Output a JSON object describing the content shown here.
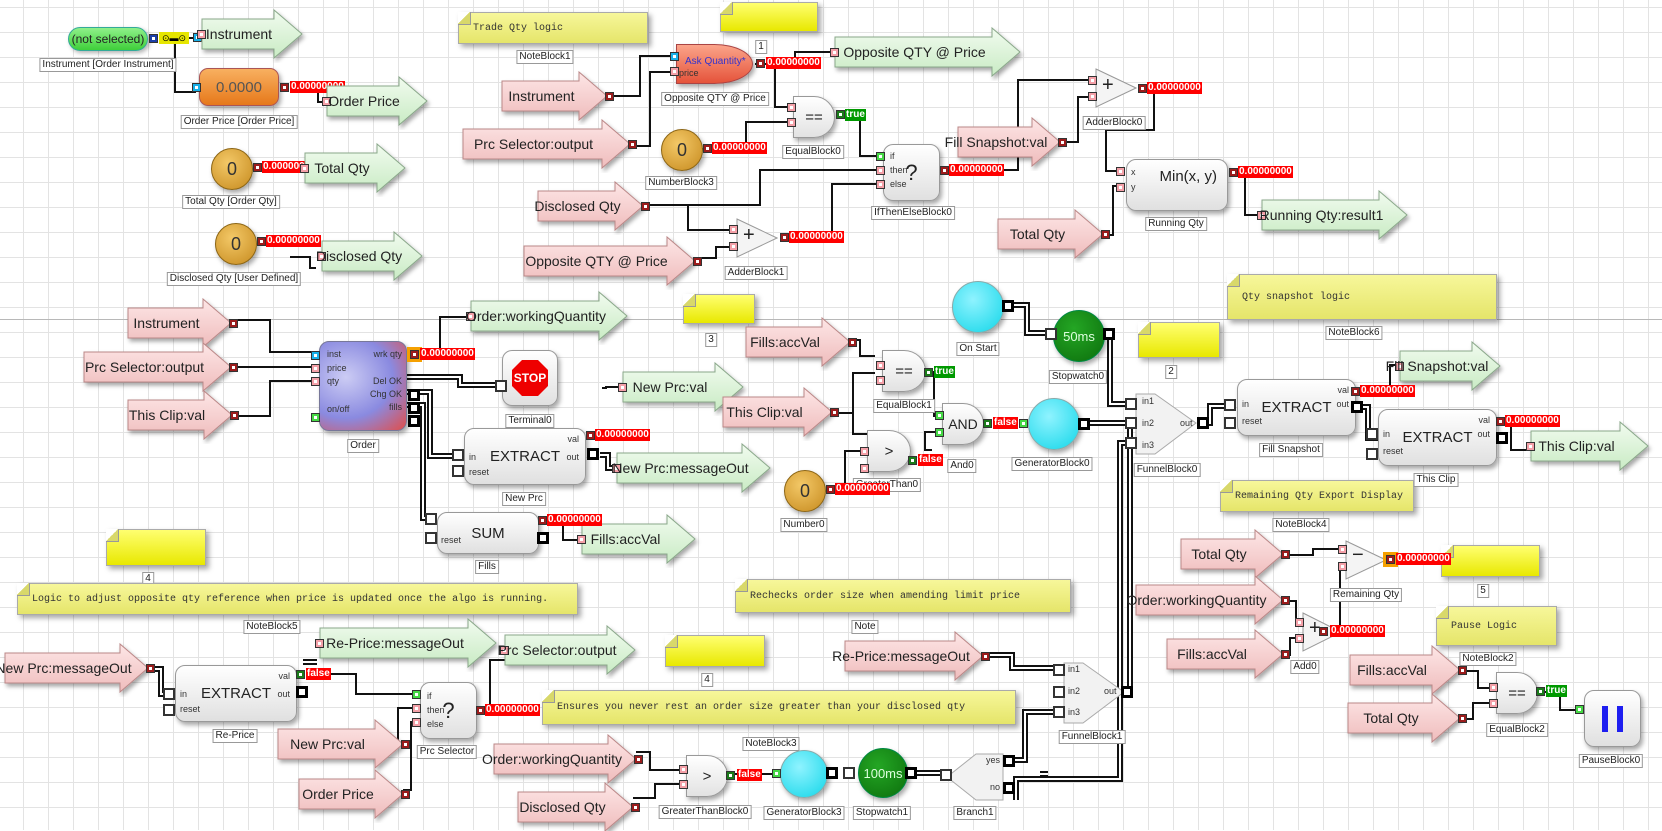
{
  "colors": {
    "output_arrow": "#d9f3d6",
    "input_arrow": "#f6cfcf",
    "value_badge": "#ff0000",
    "true_badge": "#009900",
    "note": "#eeee88"
  },
  "notes": {
    "trade_qty": "Trade Qty logic",
    "trade_qty_name": "NoteBlock1",
    "n1_name": "1",
    "n3_name": "3",
    "n2_name": "2",
    "qty_snapshot": "Qty snapshot logic",
    "qty_snapshot_name": "NoteBlock6",
    "remaining": "Remaining Qty Export Display",
    "remaining_name": "NoteBlock4",
    "n5_name": "5",
    "pause": "Pause Logic",
    "pause_name": "NoteBlock2",
    "n4a_name": "4",
    "adjust": "Logic to adjust opposite qty reference when price is updated once the algo is running.",
    "adjust_name": "NoteBlock5",
    "rechecks": "Rechecks order size when amending limit price",
    "rechecks_name": "Note",
    "n4b_name": "4",
    "ensures": "Ensures you never rest an order size greater than your disclosed qty",
    "ensures_name": "NoteBlock3"
  },
  "vars": {
    "instrument": {
      "value": "(not selected)",
      "name": "Instrument [Order Instrument]"
    },
    "order_price": {
      "value": "0.0000",
      "name": "Order Price [Order Price]",
      "out": "0.00000000"
    },
    "total_qty": {
      "value": "0",
      "name": "Total Qty [Order Qty]",
      "out": "0.00000000"
    },
    "disclosed_qty": {
      "value": "0",
      "name": "Disclosed Qty [User Defined]",
      "out": "0.00000000"
    }
  },
  "exports": {
    "instrument": "Instrument",
    "order_price": "Order Price",
    "total_qty": "Total Qty",
    "disclosed_qty": "Disclosed Qty",
    "opposite_qty": "Opposite QTY @ Price",
    "running_qty": "Running Qty:result1",
    "working_qty": "Order:workingQuantity",
    "new_prc_val": "New Prc:val",
    "new_prc_msg": "New Prc:messageOut",
    "fills_accval": "Fills:accVal",
    "fill_snapshot": "Fill Snapshot:val",
    "this_clip": "This Clip:val",
    "reprice_msg": "Re-Price:messageOut",
    "prc_selector": "Prc Selector:output"
  },
  "imports": {
    "instrument1": "Instrument",
    "prc_sel1": "Prc Selector:output",
    "disclosed1": "Disclosed Qty",
    "opposite1": "Opposite QTY @ Price",
    "fill_snap": "Fill Snapshot:val",
    "total1": "Total Qty",
    "instrument2": "Instrument",
    "prc_sel2": "Prc Selector:output",
    "this_clip2": "This Clip:val",
    "fills3": "Fills:accVal",
    "this_clip3": "This Clip:val",
    "total4": "Total Qty",
    "working4": "Order:workingQuantity",
    "fills4": "Fills:accVal",
    "fills5": "Fills:accVal",
    "total5": "Total Qty",
    "new_prc_msg": "New Prc:messageOut",
    "new_prc_val": "New Prc:val",
    "order_price": "Order Price",
    "reprice_msg": "Re-Price:messageOut",
    "working6": "Order:workingQuantity",
    "disclosed6": "Disclosed Qty"
  },
  "blocks": {
    "ask_qty": {
      "label": "Ask Quantity*",
      "port": "price",
      "name": "Opposite QTY @ Price",
      "out": "0.00000000"
    },
    "equal0": {
      "op": "==",
      "name": "EqualBlock0",
      "out": "true"
    },
    "number3": {
      "value": "0",
      "name": "NumberBlock3",
      "out": "0.00000000"
    },
    "ifthen0": {
      "op": "?",
      "ports": [
        "if",
        "then",
        "else"
      ],
      "name": "IfThenElseBlock0",
      "out": "0.00000000"
    },
    "adder1": {
      "op": "+",
      "name": "AdderBlock1",
      "out": "0.00000000"
    },
    "adder0": {
      "op": "+",
      "name": "AdderBlock0",
      "out": "0.00000000"
    },
    "min": {
      "op": "Min(x, y)",
      "ports": [
        "x",
        "y"
      ],
      "name": "Running Qty",
      "out": "0.00000000"
    },
    "order": {
      "ports_in": [
        "inst",
        "price",
        "qty",
        "on/off"
      ],
      "ports_out": [
        "wrk qty",
        "Del OK",
        "Chg OK",
        "fills"
      ],
      "name": "Order",
      "out": "0.00000000"
    },
    "terminal": {
      "label": "STOP",
      "name": "Terminal0"
    },
    "extract_newprc": {
      "op": "EXTRACT",
      "ports": [
        "in",
        "reset",
        "val",
        "out"
      ],
      "name": "New Prc",
      "out": "0.00000000"
    },
    "sum": {
      "op": "SUM",
      "ports": [
        "reset"
      ],
      "name": "Fills",
      "out": "0.00000000"
    },
    "equal1": {
      "op": "==",
      "name": "EqualBlock1",
      "out": "true"
    },
    "gt0": {
      "op": ">",
      "name": "GreaterThan0",
      "out": "false"
    },
    "number0": {
      "value": "0",
      "name": "Number0",
      "out": "0.00000000"
    },
    "and0": {
      "op": "AND",
      "name": "And0",
      "out": "false"
    },
    "onstart": {
      "name": "On Start"
    },
    "stopwatch0": {
      "label": "50ms",
      "name": "Stopwatch0"
    },
    "gen0": {
      "name": "GeneratorBlock0"
    },
    "funnel0": {
      "ports": [
        "in1",
        "in2",
        "in3",
        "out"
      ],
      "name": "FunnelBlock0"
    },
    "fill_snapshot": {
      "op": "EXTRACT",
      "ports": [
        "in",
        "reset",
        "val",
        "out"
      ],
      "name": "Fill Snapshot",
      "out": "0.00000000"
    },
    "this_clip": {
      "op": "EXTRACT",
      "ports": [
        "in",
        "reset",
        "val",
        "out"
      ],
      "name": "This Clip",
      "out": "0.00000000"
    },
    "remaining": {
      "op": "−",
      "name": "Remaining Qty",
      "out": "0.00000000"
    },
    "add0": {
      "op": "+",
      "name": "Add0",
      "out": "0.00000000"
    },
    "equal2": {
      "op": "==",
      "name": "EqualBlock2",
      "out": "true"
    },
    "pause": {
      "name": "PauseBlock0"
    },
    "reprice": {
      "op": "EXTRACT",
      "ports": [
        "in",
        "reset",
        "val",
        "out"
      ],
      "name": "Re-Price",
      "out": "false"
    },
    "prc_selector": {
      "op": "?",
      "ports": [
        "if",
        "then",
        "else"
      ],
      "name": "Prc Selector",
      "out": "0.00000000"
    },
    "funnel1": {
      "ports": [
        "in1",
        "in2",
        "in3",
        "out"
      ],
      "name": "FunnelBlock1"
    },
    "gt_block0": {
      "op": ">",
      "name": "GreaterThanBlock0",
      "out": "false"
    },
    "gen3": {
      "name": "GeneratorBlock3"
    },
    "stopwatch1": {
      "label": "100ms",
      "name": "Stopwatch1"
    },
    "branch1": {
      "ports": [
        "yes",
        "no"
      ],
      "name": "Branch1"
    }
  }
}
